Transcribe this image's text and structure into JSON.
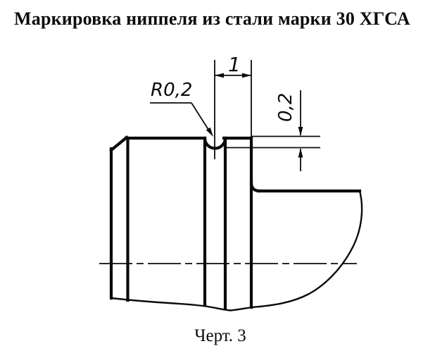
{
  "figure": {
    "title": "Маркировка ниппеля из стали марки 30 ХГСА",
    "caption": "Черт. 3"
  },
  "drawing": {
    "labels": {
      "groove_width": "1",
      "corner_radius": "R0,2",
      "groove_depth": "0,2"
    }
  },
  "colors": {
    "ink": "#0b0b0b",
    "paper": "#ffffff"
  }
}
